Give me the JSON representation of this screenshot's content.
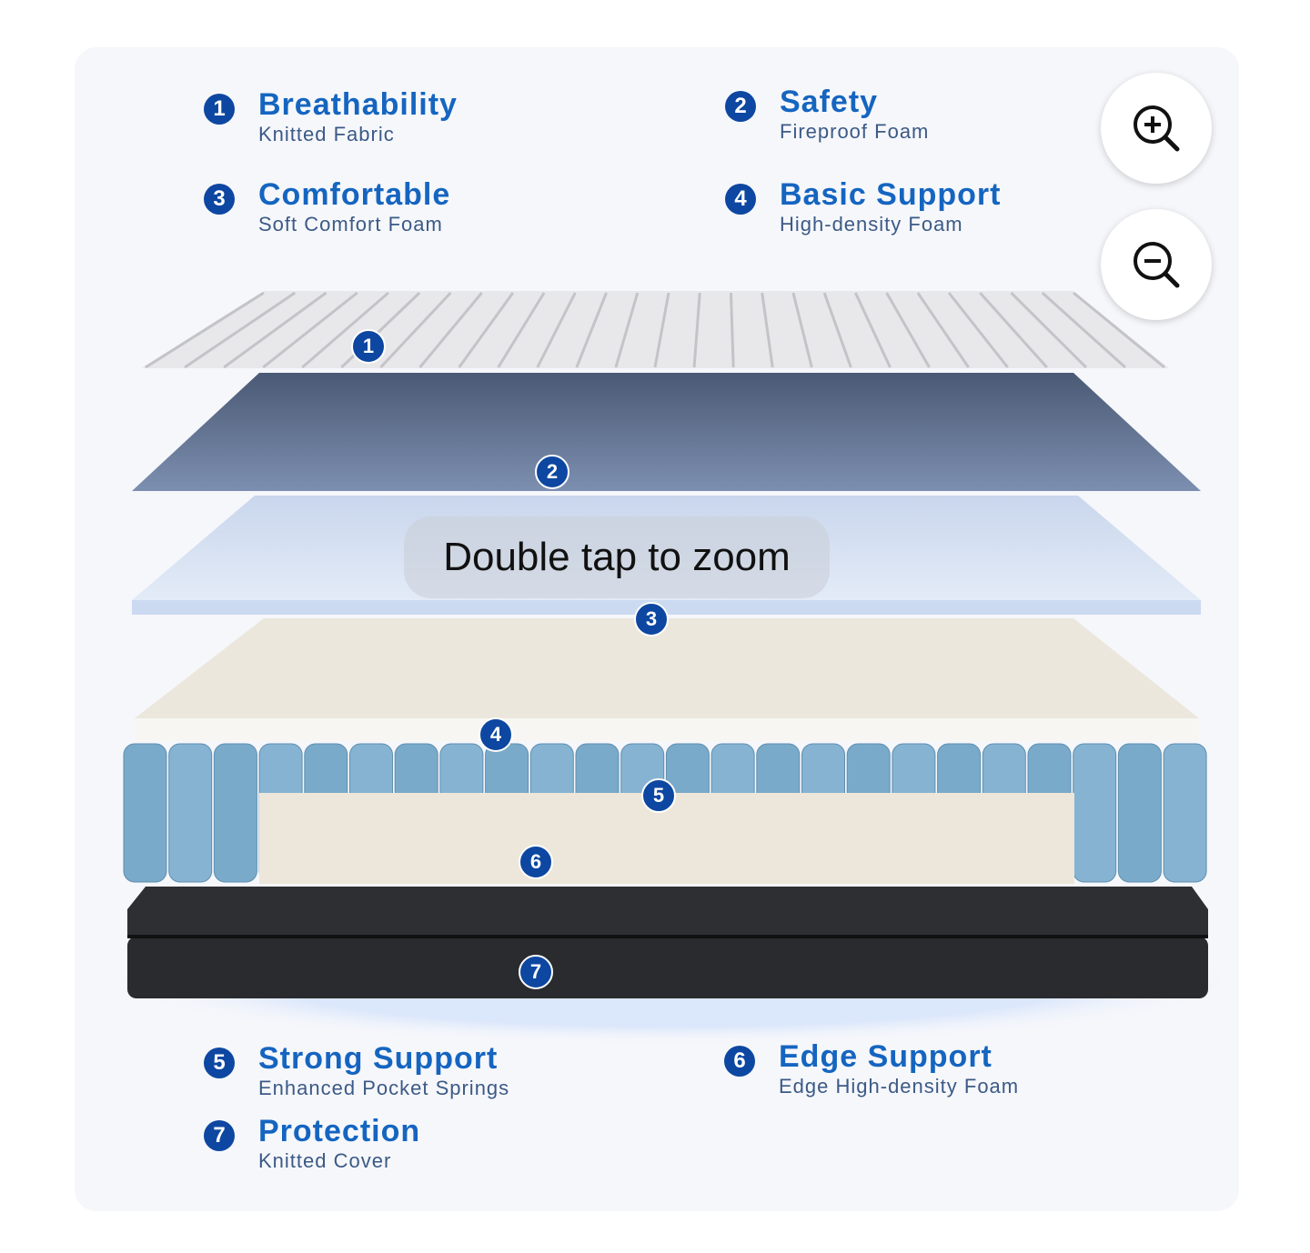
{
  "features": [
    {
      "num": "1",
      "title": "Breathability",
      "subtitle": "Knitted Fabric"
    },
    {
      "num": "2",
      "title": "Safety",
      "subtitle": "Fireproof Foam"
    },
    {
      "num": "3",
      "title": "Comfortable",
      "subtitle": "Soft Comfort Foam"
    },
    {
      "num": "4",
      "title": "Basic Support",
      "subtitle": "High-density Foam"
    },
    {
      "num": "5",
      "title": "Strong Support",
      "subtitle": "Enhanced Pocket Springs"
    },
    {
      "num": "6",
      "title": "Edge Support",
      "subtitle": "Edge High-density Foam"
    },
    {
      "num": "7",
      "title": "Protection",
      "subtitle": "Knitted Cover"
    }
  ],
  "layer_badges": [
    "1",
    "2",
    "3",
    "4",
    "5",
    "6",
    "7"
  ],
  "overlay": {
    "hint": "Double tap to zoom"
  },
  "controls": {
    "zoom_in": "zoom-in",
    "zoom_out": "zoom-out"
  },
  "colors": {
    "accent": "#1565c0",
    "badge": "#0d47a1"
  }
}
